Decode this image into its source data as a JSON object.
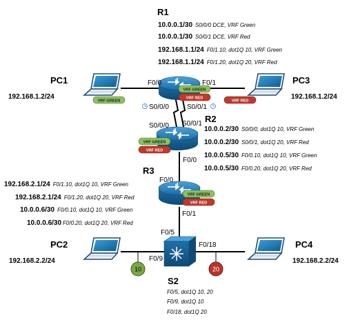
{
  "colors": {
    "vrf_green": "#8dc060",
    "vrf_red": "#c0392b",
    "device_blue": "#1f6fa6",
    "vlan10": "#79a844",
    "vlan20": "#b8352c"
  },
  "r1": {
    "name": "R1",
    "lines": [
      {
        "b": "10.0.0.1/30",
        "i": "S0/0/0 DCE, VRF Green"
      },
      {
        "b": "10.0.0.1/30",
        "i": "S0/0/1 DCE, VRF Red"
      },
      {
        "b": "192.168.1.1/24",
        "i": "F0/1.10, dot1Q 10, VRF Green"
      },
      {
        "b": "192.168.1.1/24",
        "i": "F0/1.20, dot1Q 20, VRF Red"
      }
    ],
    "tag_green": "VRF GREEN",
    "tag_red": "VRF RED"
  },
  "r2": {
    "name": "R2",
    "lines": [
      {
        "b": "10.0.0.2/30",
        "i": "S0/0/0, dot1Q 10, VRF Green"
      },
      {
        "b": "10.0.0.2/30",
        "i": "S0/0/1, dot1Q 20, VRF Red"
      },
      {
        "b": "10.0.0.5/30",
        "i": "F0/0.10, dot1Q 10, VRF Green"
      },
      {
        "b": "10.0.0.5/30",
        "i": "F0/0.20, dot1Q 20, VRF Red"
      }
    ],
    "tag_green": "VRF GREEN",
    "tag_red": "VRF RED"
  },
  "r3": {
    "name": "R3",
    "lines": [
      {
        "b": "192.168.2.1/24",
        "i": "F0/1.10, dot1Q 10, VRF Green"
      },
      {
        "b": "192.168.2.1/24",
        "i": "F0/1.20, dot1Q 20, VRF Red"
      },
      {
        "b": "10.0.0.6/30",
        "i": "F0/0.10, dot1Q 10, VRF Green"
      },
      {
        "b": "10.0.0.6/30",
        "i": "F0/0.20, dot1Q 20, VRF Red"
      }
    ],
    "tag_green": "VRF GREEN",
    "tag_red": "VRF RED"
  },
  "s2": {
    "name": "S2",
    "lines": [
      "F0/5, dot1Q 10, 20",
      "F0/9, dot1Q 10",
      "F0/18, dot1Q 20"
    ],
    "vlan10": "10",
    "vlan20": "20"
  },
  "pc1": {
    "name": "PC1",
    "ip": "192.168.1.2/24",
    "tag": "VRF GREEN"
  },
  "pc2": {
    "name": "PC2",
    "ip": "192.168.2.2/24"
  },
  "pc3": {
    "name": "PC3",
    "ip": "192.168.1.2/24",
    "tag": "VRF RED"
  },
  "pc4": {
    "name": "PC4",
    "ip": "192.168.2.2/24"
  },
  "ports": {
    "r1_f00": "F0/0",
    "r1_f01": "F0/1",
    "r1_s000": "S0/0/0",
    "r1_s001": "S0/0/1",
    "r2_s000": "S0/0/0",
    "r2_s001": "S0/0/1",
    "r2_f00": "F0/0",
    "r3_f00": "F0/0",
    "r3_f01": "F0/1",
    "s2_f05": "F0/5",
    "s2_f09": "F0/9",
    "s2_f018": "F0/18"
  }
}
